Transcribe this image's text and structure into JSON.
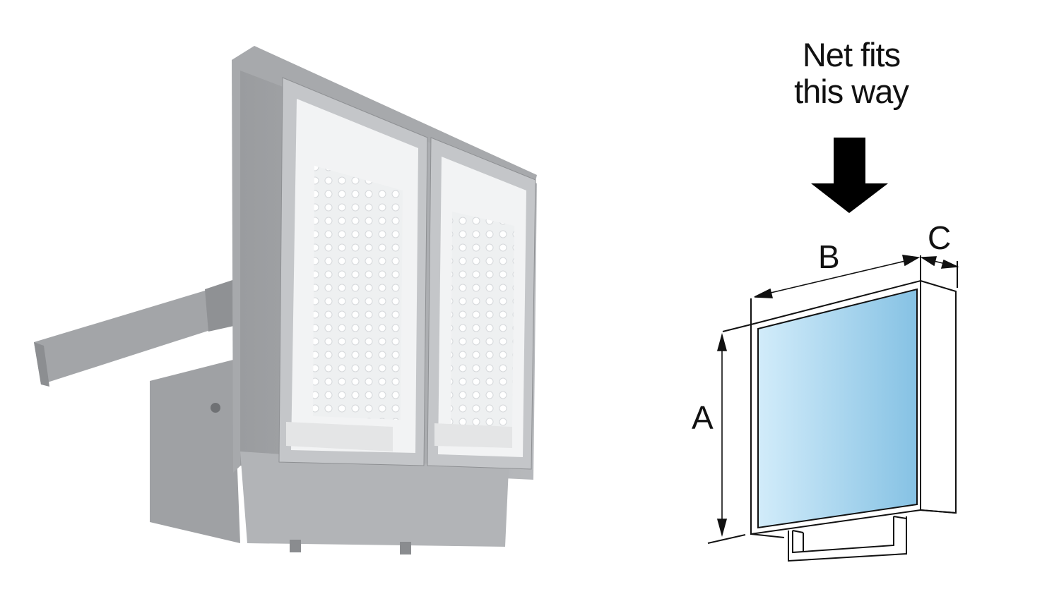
{
  "caption": {
    "line1": "Net fits",
    "line2": "this way"
  },
  "dimensions": {
    "a": "A",
    "b": "B",
    "c": "C"
  },
  "colors": {
    "glass_light": "#d2ecfa",
    "glass_dark": "#86c2e4",
    "housing": "#a9abae"
  }
}
